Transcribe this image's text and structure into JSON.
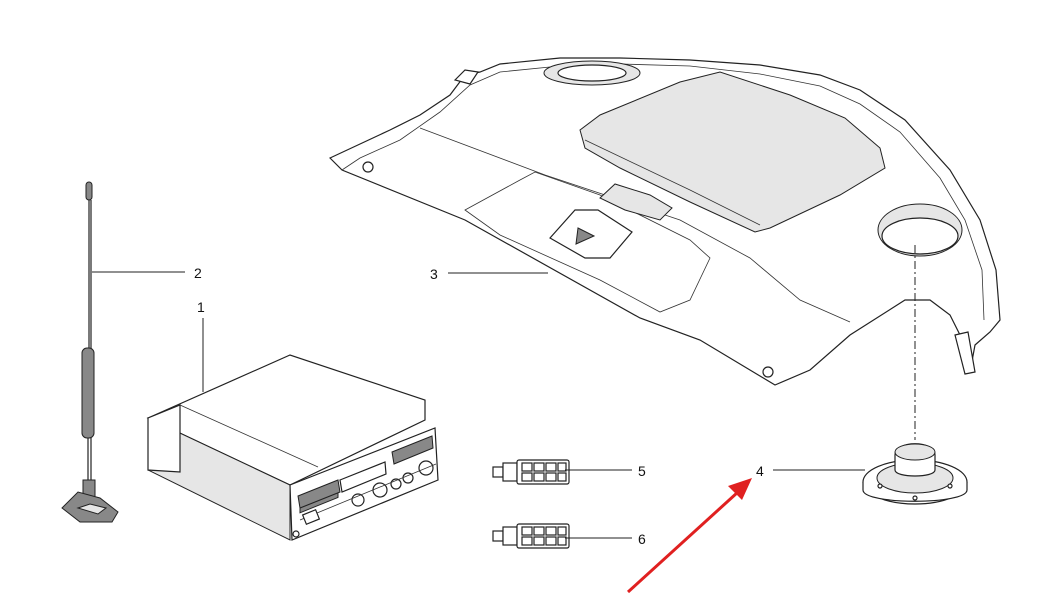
{
  "callouts": [
    {
      "id": "1",
      "label": "1"
    },
    {
      "id": "2",
      "label": "2"
    },
    {
      "id": "3",
      "label": "3"
    },
    {
      "id": "4",
      "label": "4"
    },
    {
      "id": "5",
      "label": "5"
    },
    {
      "id": "6",
      "label": "6"
    }
  ],
  "colors": {
    "line": "#222222",
    "arrow": "#e02020",
    "shade": "#e6e6e6"
  }
}
